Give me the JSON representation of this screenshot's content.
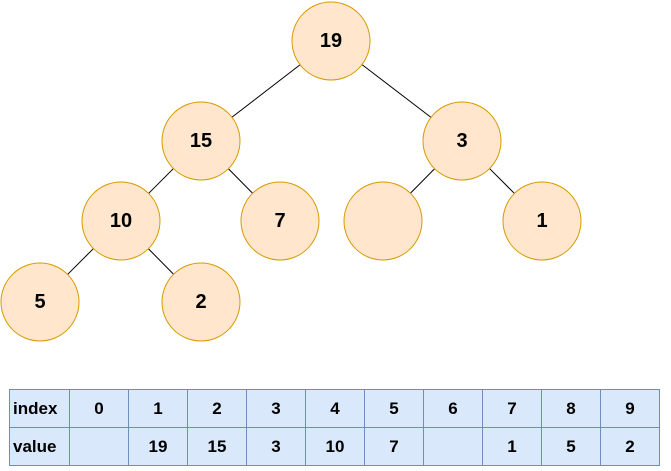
{
  "tree": {
    "nodes": [
      {
        "id": "n1",
        "value": "19"
      },
      {
        "id": "n2",
        "value": "15"
      },
      {
        "id": "n3",
        "value": "3"
      },
      {
        "id": "n4",
        "value": "10"
      },
      {
        "id": "n5",
        "value": "7"
      },
      {
        "id": "n6",
        "value": ""
      },
      {
        "id": "n7",
        "value": "1"
      },
      {
        "id": "n8",
        "value": "5"
      },
      {
        "id": "n9",
        "value": "2"
      }
    ],
    "edges": [
      [
        "n1",
        "n2"
      ],
      [
        "n1",
        "n3"
      ],
      [
        "n2",
        "n4"
      ],
      [
        "n2",
        "n5"
      ],
      [
        "n3",
        "n6"
      ],
      [
        "n3",
        "n7"
      ],
      [
        "n4",
        "n8"
      ],
      [
        "n4",
        "n9"
      ]
    ],
    "colors": {
      "node_fill": "#ffe6cc",
      "node_stroke": "#d79b00",
      "edge": "#000000"
    }
  },
  "table": {
    "index_label": "index",
    "value_label": "value",
    "indices": [
      "0",
      "1",
      "2",
      "3",
      "4",
      "5",
      "6",
      "7",
      "8",
      "9"
    ],
    "values": [
      "",
      "19",
      "15",
      "3",
      "10",
      "7",
      "",
      "1",
      "5",
      "2"
    ],
    "colors": {
      "cell_fill": "#dae8fc",
      "cell_border": "#6c8ebf"
    }
  }
}
